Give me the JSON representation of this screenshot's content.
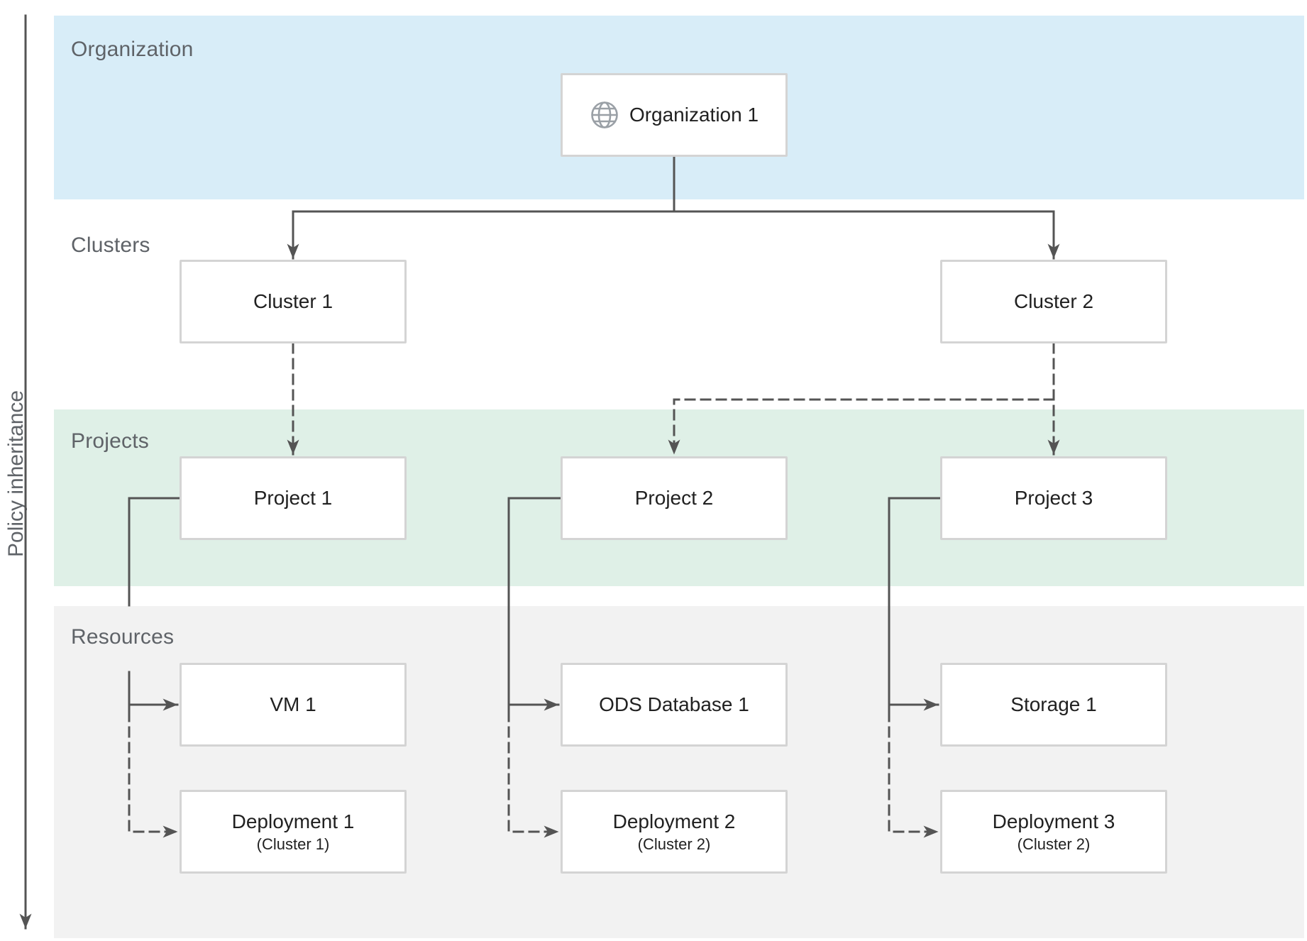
{
  "diagram_title": "",
  "policy_axis": {
    "label": "Policy inheritance"
  },
  "bands": [
    {
      "id": "organization",
      "label": "Organization",
      "color": "#d8edf8"
    },
    {
      "id": "clusters",
      "label": "Clusters",
      "color": "#ffffff"
    },
    {
      "id": "projects",
      "label": "Projects",
      "color": "#dff0e7"
    },
    {
      "id": "resources",
      "label": "Resources",
      "color": "#f2f2f2"
    }
  ],
  "nodes": {
    "organization_1": {
      "label": "Organization 1",
      "icon": "globe-icon",
      "band": "organization"
    },
    "cluster_1": {
      "label": "Cluster 1",
      "band": "clusters"
    },
    "cluster_2": {
      "label": "Cluster 2",
      "band": "clusters"
    },
    "project_1": {
      "label": "Project 1",
      "band": "projects"
    },
    "project_2": {
      "label": "Project 2",
      "band": "projects"
    },
    "project_3": {
      "label": "Project 3",
      "band": "projects"
    },
    "vm_1": {
      "label": "VM 1",
      "band": "resources"
    },
    "ods_database_1": {
      "label": "ODS Database 1",
      "band": "resources"
    },
    "storage_1": {
      "label": "Storage 1",
      "band": "resources"
    },
    "deployment_1": {
      "label": "Deployment 1",
      "sublabel": "(Cluster 1)",
      "band": "resources"
    },
    "deployment_2": {
      "label": "Deployment 2",
      "sublabel": "(Cluster 2)",
      "band": "resources"
    },
    "deployment_3": {
      "label": "Deployment 3",
      "sublabel": "(Cluster 2)",
      "band": "resources"
    }
  },
  "edges": [
    {
      "from": "organization_1",
      "to": "cluster_1",
      "style": "solid"
    },
    {
      "from": "organization_1",
      "to": "cluster_2",
      "style": "solid"
    },
    {
      "from": "cluster_1",
      "to": "project_1",
      "style": "dashed"
    },
    {
      "from": "cluster_2",
      "to": "project_2",
      "style": "dashed"
    },
    {
      "from": "cluster_2",
      "to": "project_3",
      "style": "dashed"
    },
    {
      "from": "project_1",
      "to": "vm_1",
      "style": "solid"
    },
    {
      "from": "project_1",
      "to": "deployment_1",
      "style": "dashed"
    },
    {
      "from": "project_2",
      "to": "ods_database_1",
      "style": "solid"
    },
    {
      "from": "project_2",
      "to": "deployment_2",
      "style": "dashed"
    },
    {
      "from": "project_3",
      "to": "storage_1",
      "style": "solid"
    },
    {
      "from": "project_3",
      "to": "deployment_3",
      "style": "dashed"
    }
  ],
  "colors": {
    "band_organization": "#d8edf8",
    "band_projects": "#dff0e7",
    "band_resources": "#f2f2f2",
    "connector": "#545454",
    "box_border": "#d4d4d4",
    "box_text": "#212121",
    "label_gray": "#5f6368",
    "globe_icon": "#9aa0a6"
  }
}
